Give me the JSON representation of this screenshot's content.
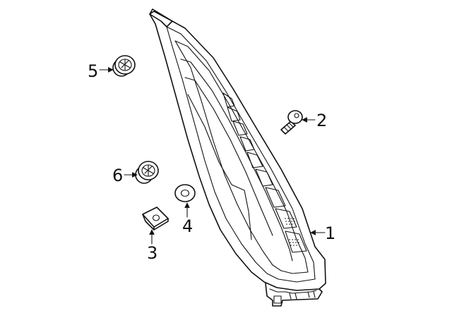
{
  "diagram": {
    "callouts": [
      {
        "id": "1",
        "label": "1",
        "part": "tail-lamp-assembly"
      },
      {
        "id": "2",
        "label": "2",
        "part": "screw"
      },
      {
        "id": "3",
        "label": "3",
        "part": "nut"
      },
      {
        "id": "4",
        "label": "4",
        "part": "washer"
      },
      {
        "id": "5",
        "label": "5",
        "part": "retainer-clip"
      },
      {
        "id": "6",
        "label": "6",
        "part": "retainer-clip"
      }
    ]
  }
}
